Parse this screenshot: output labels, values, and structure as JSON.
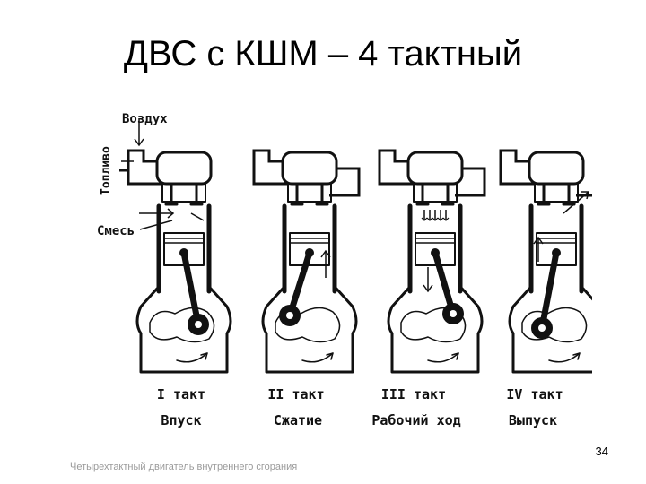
{
  "title": "ДВС с КШМ – 4 тактный",
  "labels": {
    "air": "Воздух",
    "fuel": "Топливо",
    "mixture": "Смесь"
  },
  "strokes": [
    {
      "number": "I такт",
      "name": "Впуск"
    },
    {
      "number": "II такт",
      "name": "Сжатие"
    },
    {
      "number": "III такт",
      "name": "Рабочий ход"
    },
    {
      "number": "IV такт",
      "name": "Выпуск"
    }
  ],
  "page_number": "34",
  "footer": "Четырехтактный двигатель внутреннего сгорания"
}
